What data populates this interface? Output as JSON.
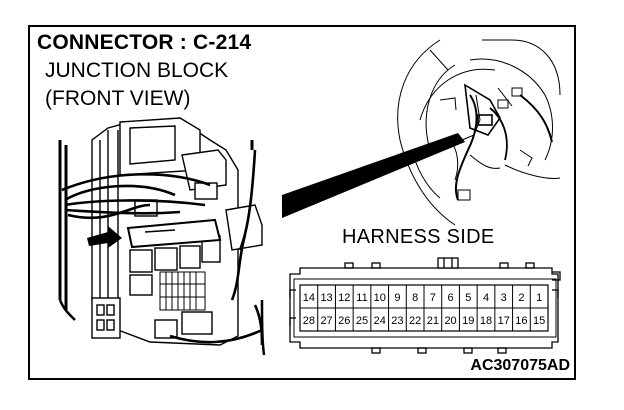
{
  "connector_title": "CONNECTOR : C-214",
  "subtitle_line1": "JUNCTION BLOCK",
  "subtitle_line2": "(FRONT VIEW)",
  "harness_side_label": "HARNESS SIDE",
  "figure_code": "AC307075AD",
  "connector_pins": {
    "top_row": [
      "14",
      "13",
      "12",
      "11",
      "10",
      "9",
      "8",
      "7",
      "6",
      "5",
      "4",
      "3",
      "2",
      "1"
    ],
    "bottom_row": [
      "28",
      "27",
      "26",
      "25",
      "24",
      "23",
      "22",
      "21",
      "20",
      "19",
      "18",
      "17",
      "16",
      "15"
    ]
  }
}
